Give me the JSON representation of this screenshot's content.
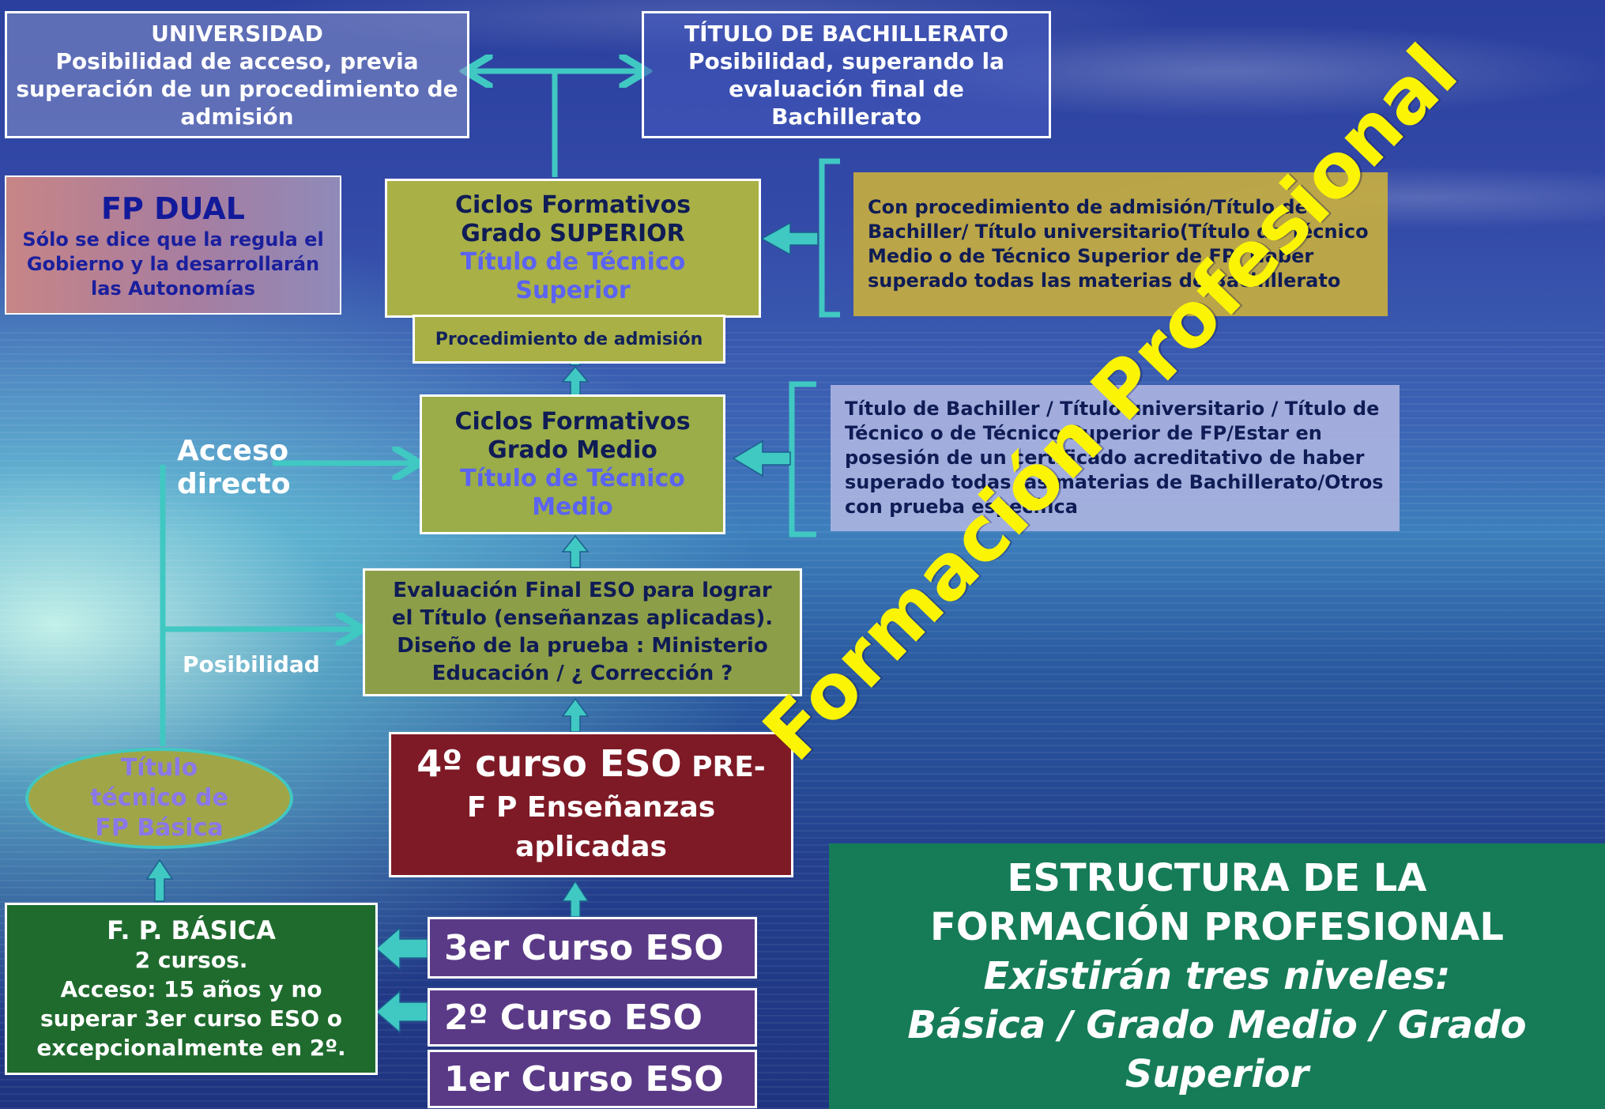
{
  "universidad": {
    "title": "UNIVERSIDAD",
    "lines": [
      "Posibilidad de acceso, previa",
      "superación de un procedimiento de",
      "admisión"
    ]
  },
  "bachillerato": {
    "title": "TÍTULO DE BACHILLERATO",
    "lines": [
      "Posibilidad, superando la",
      "evaluación final de",
      "Bachillerato"
    ]
  },
  "fp_dual": {
    "title": "FP DUAL",
    "lines": [
      "Sólo se dice que la  regula el",
      "Gobierno y la desarrollarán",
      "las Autonomías"
    ]
  },
  "grado_superior": {
    "lines_dark": [
      "Ciclos Formativos",
      "Grado SUPERIOR"
    ],
    "lines_blue": [
      "Título  de Técnico",
      "Superior"
    ]
  },
  "procedimiento": "Procedimiento de admisión",
  "grado_medio": {
    "lines_dark": [
      "Ciclos Formativos",
      "Grado Medio"
    ],
    "lines_blue": [
      "Título  de Técnico",
      "Medio"
    ]
  },
  "gs_requisitos": [
    "Con procedimiento de admisión/Título de",
    "Bachiller/ Título universitario(Título de Técnico",
    "Medio o de Técnico Superior de FP/     Haber",
    "superado todas las materias de Bachillerato"
  ],
  "gm_requisitos": [
    "Título de Bachiller / Título universitario / Título de",
    "Técnico o de Técnico Superior de FP/Estar en",
    "posesión de un certificado acreditativo de haber",
    "superado todas las materias de Bachillerato/Otros",
    "con prueba específica"
  ],
  "acceso_label": [
    "Acceso",
    "directo"
  ],
  "posibilidad_label": "Posibilidad",
  "evaluacion": [
    "Evaluación Final  ESO  para lograr",
    "el Título (enseñanzas aplicadas).",
    "  Diseño  de la prueba : Ministerio",
    "Educación / ¿ Corrección ?"
  ],
  "eso4": {
    "line1": "4º curso ESO",
    "line1_small": " PRE-",
    "line2": "F P Enseñanzas",
    "line3": "aplicadas"
  },
  "eso3": "3er  Curso ESO",
  "eso2": "2º  Curso ESO",
  "eso1": "1er Curso ESO",
  "fp_basica": {
    "title": "F. P. BÁSICA",
    "lines": [
      "2 cursos.",
      "Acceso: 15 años y  no",
      "superar 3er curso ESO o",
      "excepcionalmente en 2º."
    ]
  },
  "titulo_fpb": [
    "Título",
    "técnico  de",
    "FP Básica"
  ],
  "estructura": {
    "lines_bold": [
      "ESTRUCTURA DE LA",
      "FORMACIÓN PROFESIONAL"
    ],
    "lines_italic": [
      "Existirán tres niveles:",
      "Básica / Grado Medio / Grado",
      "Superior"
    ]
  },
  "diagonal_title": "Formación Profesional",
  "colors": {
    "arrow": "#40c8c2",
    "diagonal_title": "#fbf505",
    "eso4_box": "#7e1a26",
    "eso_box": "#5a3a86",
    "fp_basica_box": "#1f6b2e",
    "estructura_box": "#167c58"
  }
}
